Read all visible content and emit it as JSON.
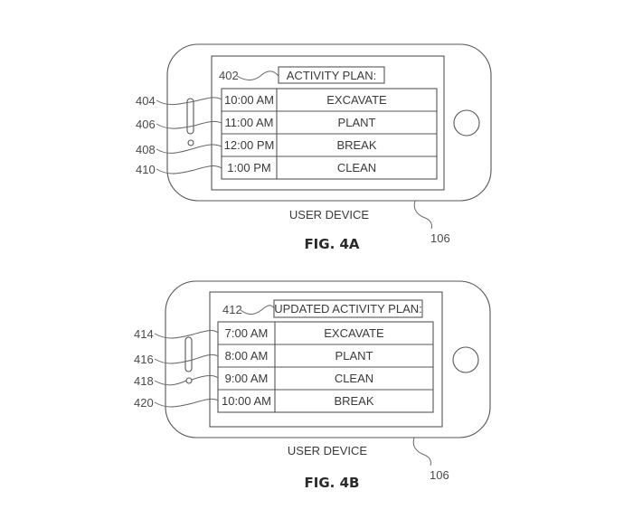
{
  "figures": [
    {
      "id": "fig-4a",
      "caption": "FIG. 4A",
      "device_label": "USER DEVICE",
      "device_ref": "106",
      "title_ref": "402",
      "title": "ACTIVITY PLAN:",
      "rows": [
        {
          "ref": "404",
          "time": "10:00 AM",
          "activity": "EXCAVATE"
        },
        {
          "ref": "406",
          "time": "11:00 AM",
          "activity": "PLANT"
        },
        {
          "ref": "408",
          "time": "12:00 PM",
          "activity": "BREAK"
        },
        {
          "ref": "410",
          "time": "1:00 PM",
          "activity": "CLEAN"
        }
      ]
    },
    {
      "id": "fig-4b",
      "caption": "FIG. 4B",
      "device_label": "USER DEVICE",
      "device_ref": "106",
      "title_ref": "412",
      "title": "UPDATED ACTIVITY PLAN:",
      "rows": [
        {
          "ref": "414",
          "time": "7:00 AM",
          "activity": "EXCAVATE"
        },
        {
          "ref": "416",
          "time": "8:00 AM",
          "activity": "PLANT"
        },
        {
          "ref": "418",
          "time": "9:00 AM",
          "activity": "CLEAN"
        },
        {
          "ref": "420",
          "time": "10:00 AM",
          "activity": "BREAK"
        }
      ]
    }
  ]
}
